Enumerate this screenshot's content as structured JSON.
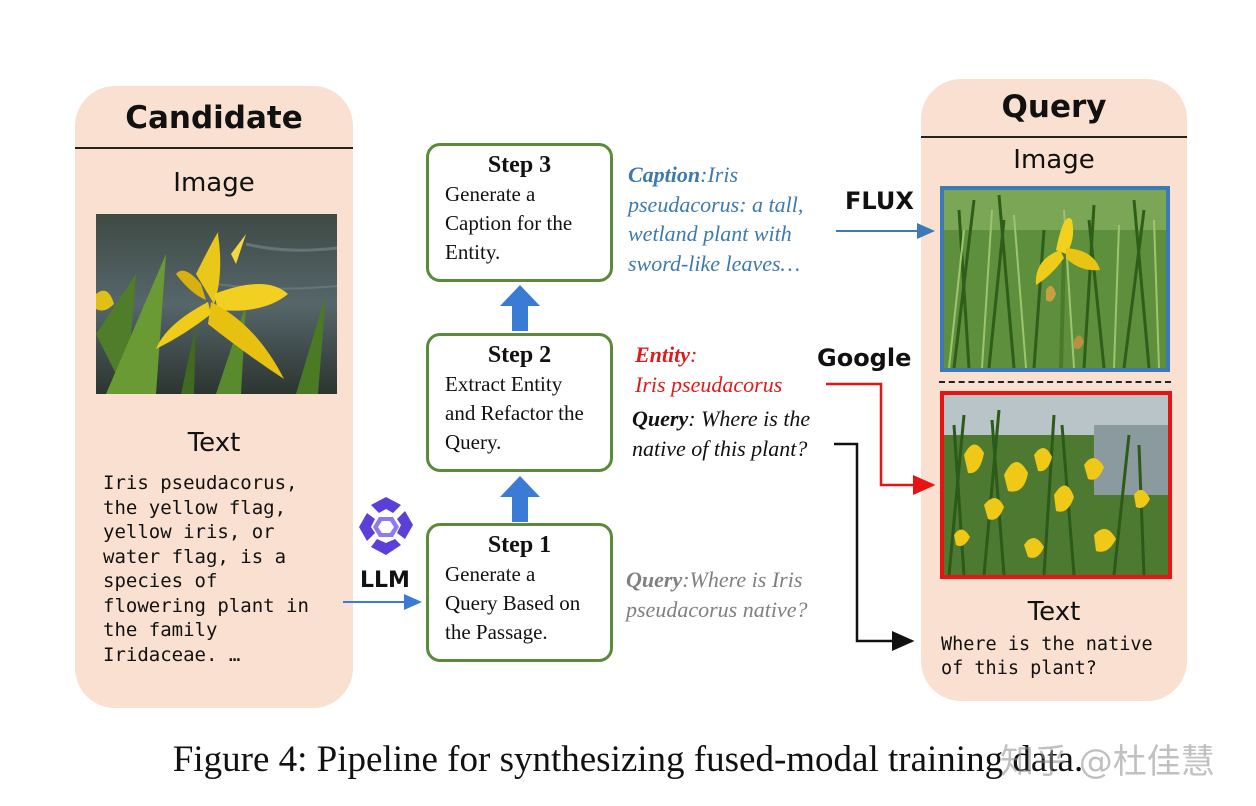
{
  "candidate": {
    "title": "Candidate",
    "image_label": "Image",
    "text_label": "Text",
    "passage": "Iris pseudacorus,\nthe yellow flag,\nyellow iris, or\nwater flag, is a\nspecies of\nflowering plant in\nthe family\nIridaceae. …"
  },
  "llm_label": "LLM",
  "steps": [
    {
      "title": "Step 3",
      "body": "Generate a\nCaption for the\nEntity."
    },
    {
      "title": "Step 2",
      "body": "Extract Entity\nand Refactor the\nQuery."
    },
    {
      "title": "Step 1",
      "body": "Generate a\nQuery Based on\nthe Passage."
    }
  ],
  "outputs": {
    "caption_key": "Caption",
    "caption_text": ":Iris\npseudacorus: a tall,\nwetland plant with\nsword-like leaves…",
    "entity_key": "Entity",
    "entity_text": ":\nIris pseudacorus",
    "refactored_query_key": "Query",
    "refactored_query_text": ": Where is the\nnative of this plant?",
    "initial_query_key": "Query",
    "initial_query_text": ":Where is Iris\npseudacorus native?"
  },
  "sources": {
    "flux": "FLUX",
    "google": "Google"
  },
  "query": {
    "title": "Query",
    "image_label": "Image",
    "text_label": "Text",
    "text": "Where is the native\nof this plant?"
  },
  "caption": "Figure 4: Pipeline for synthesizing fused-modal training data.",
  "watermark": "知乎 @杜佳慧",
  "colors": {
    "panel_bg": "#f9e0d1",
    "step_border": "#5a8a3a",
    "arrow_blue": "#3a7bd5",
    "caption_blue": "#3d7ab0",
    "entity_red": "#e01b1b",
    "initial_query_gray": "#808080",
    "flux_frame": "#3d78b8",
    "google_frame": "#e81414"
  },
  "icons": [
    "llm-logo-icon"
  ]
}
